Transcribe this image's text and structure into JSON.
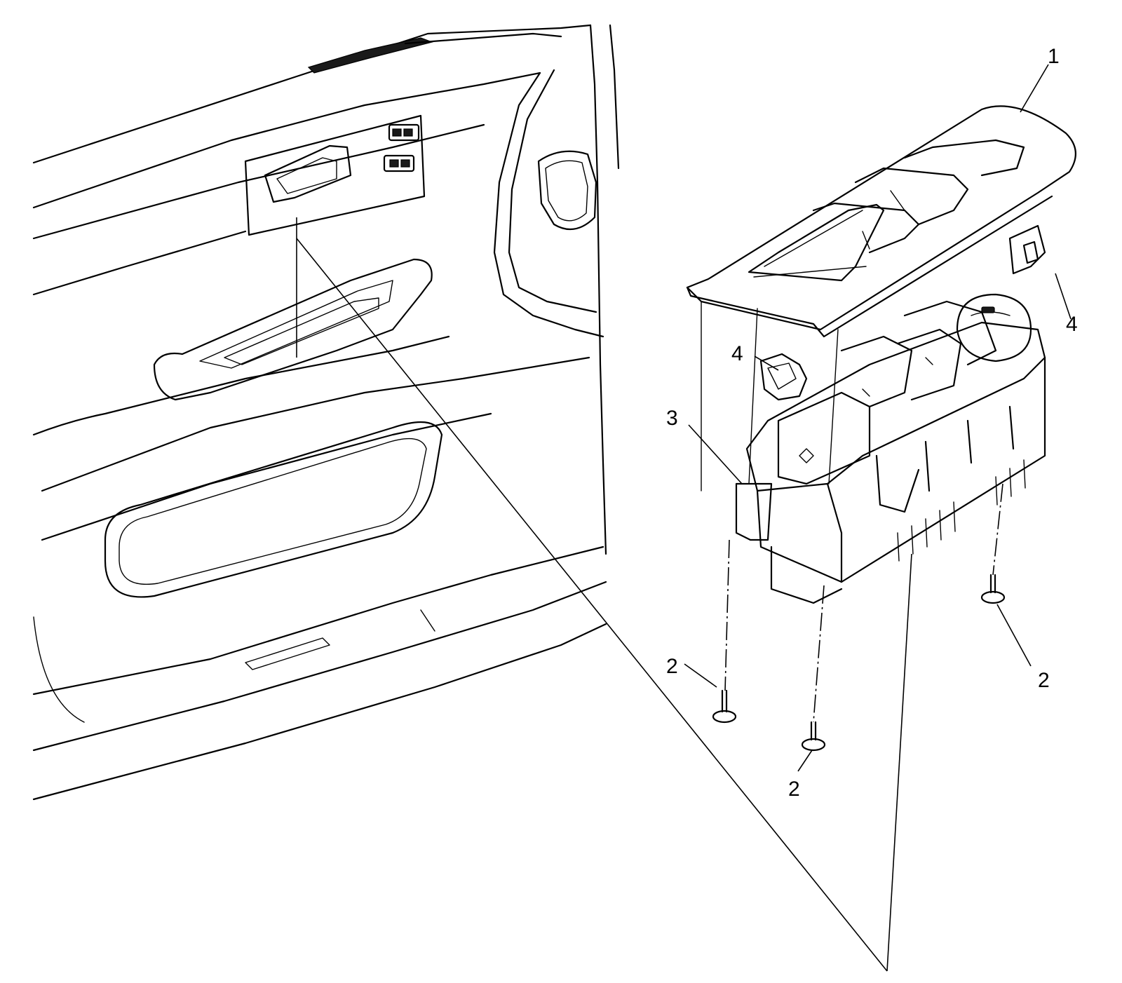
{
  "callouts": {
    "c1": "1",
    "c2a": "2",
    "c2b": "2",
    "c2c": "2",
    "c3": "3",
    "c4a": "4",
    "c4b": "4"
  }
}
